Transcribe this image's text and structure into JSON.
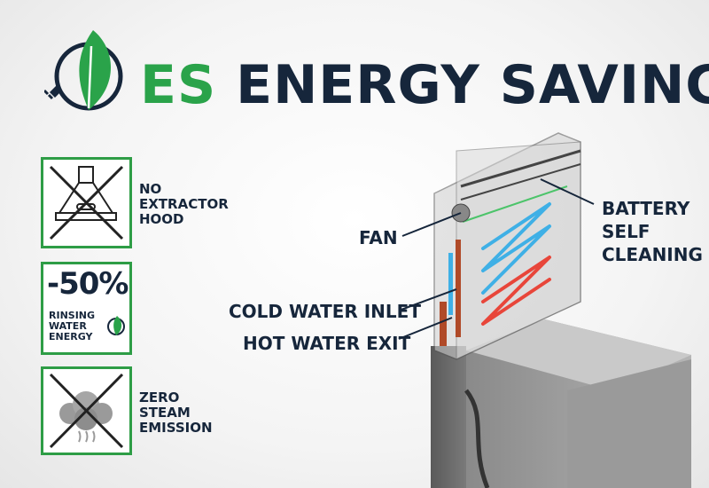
{
  "header": {
    "title_prefix": "ES",
    "title_rest": "ENERGY SAVING"
  },
  "features": [
    {
      "label": "NO\nEXTRACTOR\nHOOD",
      "icon": "crossed-extractor-hood-icon"
    },
    {
      "percent": "-50%",
      "sub_label": "RINSING\nWATER\nENERGY",
      "icon": "leaf-plug-small-icon"
    },
    {
      "label": "ZERO\nSTEAM\nEMISSION",
      "icon": "crossed-steam-cloud-icon"
    }
  ],
  "callouts": {
    "fan": "FAN",
    "battery": "BATTERY\nSELF\nCLEANING",
    "cold_inlet": "COLD WATER INLET",
    "hot_exit": "HOT WATER EXIT"
  },
  "colors": {
    "brand_green": "#2aa34a",
    "navy": "#16263b",
    "hot_coil": "#e8463a",
    "cold_coil": "#3fb0e6"
  }
}
